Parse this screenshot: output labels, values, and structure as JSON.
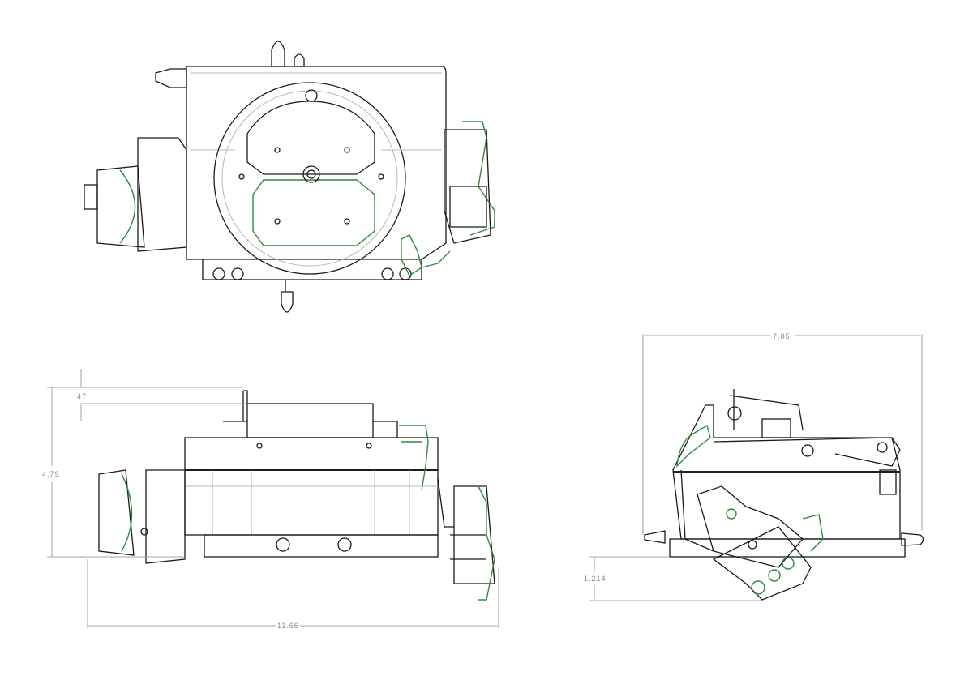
{
  "drawing": {
    "views": [
      "top-view",
      "front-view",
      "side-view"
    ],
    "dimensions": {
      "top_offset": "47",
      "height": "4.79",
      "width": "11.66",
      "depth": "7.85",
      "side_offset": "1.214"
    },
    "colors": {
      "outline": "#1a1a1a",
      "hidden_line": "#b8b8b8",
      "highlight_green": "#2e8b3e",
      "dimension": "#8a8a8a"
    }
  }
}
